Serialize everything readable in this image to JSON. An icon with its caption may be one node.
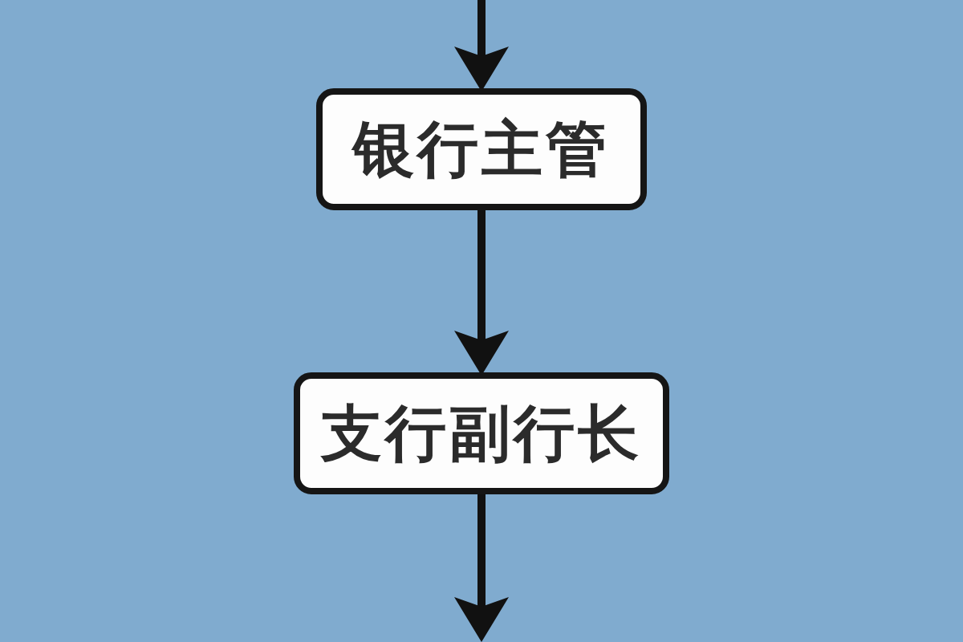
{
  "diagram": {
    "nodes": [
      {
        "text": [
          "银行主管"
        ]
      },
      {
        "text": [
          "支行副行长"
        ]
      }
    ],
    "edges": [
      {
        "from": null,
        "to": 0,
        "arrow": "to"
      },
      {
        "from": 0,
        "to": 1,
        "arrow": "to"
      },
      {
        "from": 1,
        "to": null,
        "arrow": "to"
      }
    ]
  }
}
